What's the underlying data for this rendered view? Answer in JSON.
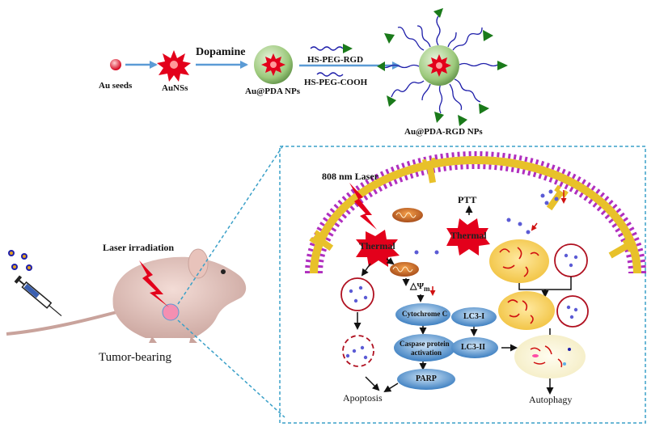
{
  "synthesis": {
    "au_seeds": "Au seeds",
    "aunss": "AuNSs",
    "dopamine": "Dopamine",
    "au_pda": "Au@PDA NPs",
    "peg_rgd": "HS-PEG-RGD",
    "peg_cooh": "HS-PEG-COOH",
    "au_pda_rgd": "Au@PDA-RGD NPs"
  },
  "mouse": {
    "laser_irradiation": "Laser irradiation",
    "tumor_bearing": "Tumor-bearing"
  },
  "cell": {
    "laser": "808 nm Laser",
    "thermal_left": "Thermal",
    "thermal_right": "Thermal",
    "ptt": "PTT",
    "delta_psi": "△Ψ",
    "delta_psi_sub": "m",
    "cytochrome": "Cytochrome C",
    "caspase_1": "Caspase protein",
    "caspase_2": "activation",
    "parp": "PARP",
    "lc3_1": "LC3-I",
    "lc3_2": "LC3-II",
    "apoptosis": "Apoptosis",
    "autophagy": "Autophagy"
  },
  "colors": {
    "arrow_blue": "#5b9bd5",
    "starburst_red": "#e3001b",
    "pda_green": "#8fc26f",
    "rgd_green": "#1a7a1a",
    "peg_blue": "#1f1faa",
    "membrane_purple": "#b02fbf",
    "receptor_yellow": "#e8c12a",
    "ellipse_blue": "#5fa3dc",
    "dashed_cyan": "#3aa0c8"
  }
}
